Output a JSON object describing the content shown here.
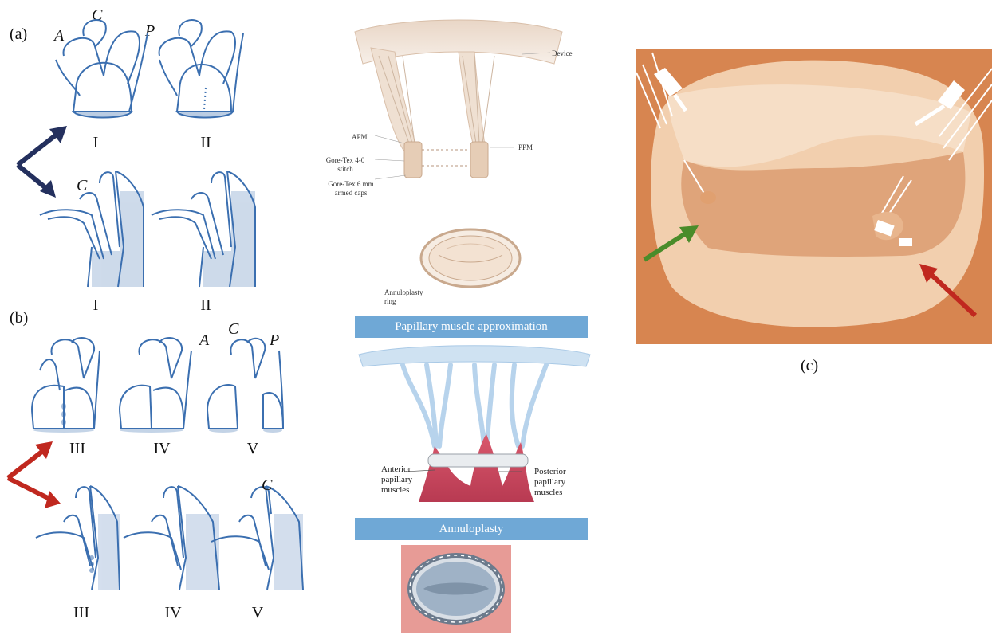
{
  "panel_a": {
    "label": "(a)",
    "cusps": {
      "a": "A",
      "c": "C",
      "p": "P"
    },
    "top_row": [
      "I",
      "II"
    ],
    "bottom_row": [
      "I",
      "II"
    ],
    "bottom_cusp": "C"
  },
  "panel_b": {
    "label": "(b)",
    "cusps": {
      "a": "A",
      "c": "C",
      "p": "P"
    },
    "top_row": [
      "III",
      "IV",
      "V"
    ],
    "bottom_row": [
      "III",
      "IV",
      "V"
    ],
    "bottom_cusp": "C"
  },
  "middle": {
    "device_labels": {
      "device": "Device",
      "apm": "APM",
      "ppm": "PPM",
      "stitch": "Gore-Tex 4-0 stitch",
      "caps": "Gore-Tex 6 mm armed caps"
    },
    "ring_label": "Annuloplasty ring",
    "banner1": "Papillary muscle approximation",
    "muscle_labels": {
      "anterior": "Anterior papillary muscles",
      "posterior": "Posterior papillary muscles"
    },
    "banner2": "Annuloplasty"
  },
  "panel_c": {
    "label": "(c)"
  },
  "colors": {
    "sketch_blue": "#3b6fb0",
    "arrow_navy": "#24305e",
    "arrow_red": "#c0281f",
    "arrow_green": "#4a8c2a",
    "banner_blue": "#6fa8d6",
    "photo_orange": "#d78550",
    "muscle_pink": "#c9485e"
  }
}
